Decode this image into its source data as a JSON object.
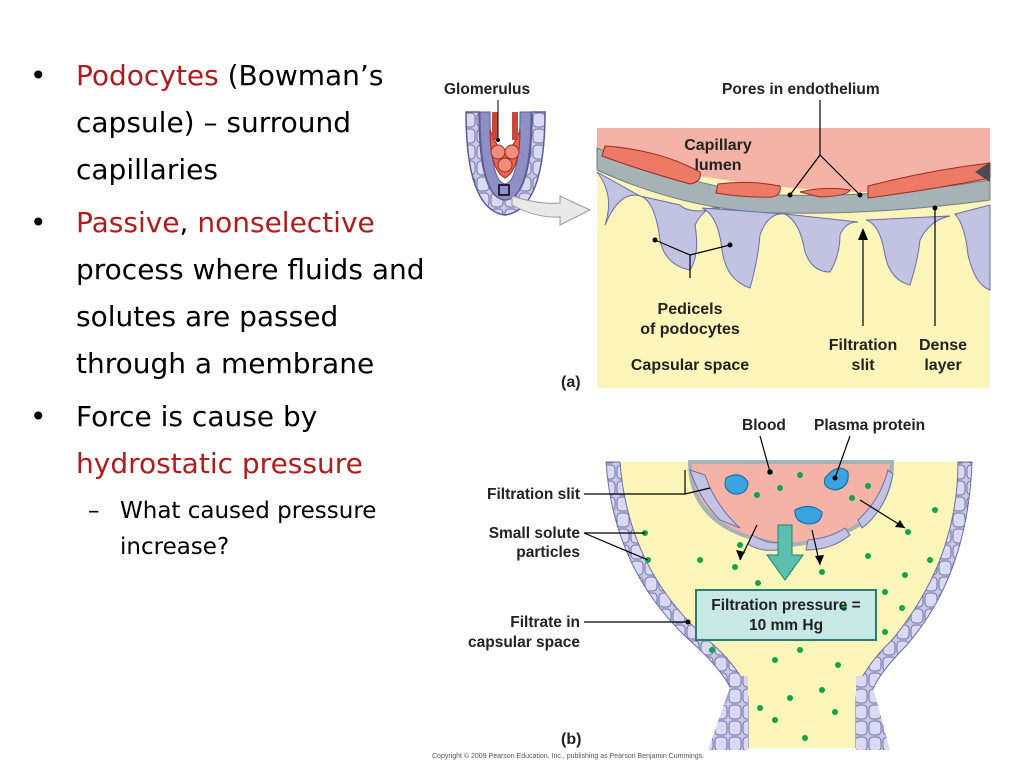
{
  "bullets": {
    "b1": {
      "red": "Podocytes",
      "text": " (Bowman’s capsule) – surround capillaries"
    },
    "b2": {
      "red1": "Passive",
      "sep": ", ",
      "red2": "nonselective",
      "text": " process where fluids and solutes are passed through a membrane"
    },
    "b3": {
      "text": "Force is cause by ",
      "red": "hydrostatic pressure"
    },
    "sub": {
      "text": "What caused pressure increase?"
    }
  },
  "figure_a": {
    "glomerulus": "Glomerulus",
    "pores": "Pores in endothelium",
    "capillary_1": "Capillary",
    "capillary_2": "lumen",
    "pedicels_1": "Pedicels",
    "pedicels_2": "of podocytes",
    "capsular_space": "Capsular space",
    "filtration_1": "Filtration",
    "filtration_2": "slit",
    "dense_1": "Dense",
    "dense_2": "layer",
    "panel": "(a)"
  },
  "figure_b": {
    "blood": "Blood",
    "plasma_protein": "Plasma protein",
    "filtration_slit": "Filtration slit",
    "small_solute_1": "Small solute",
    "small_solute_2": "particles",
    "filtrate_1": "Filtrate in",
    "filtrate_2": "capsular space",
    "pressure_1": "Filtration pressure =",
    "pressure_2": "10 mm Hg",
    "panel": "(b)"
  },
  "copyright": "Copyright © 2009 Pearson Education, Inc., publishing as Pearson Benjamin Cummings.",
  "colors": {
    "accent_red": "#b01c1c",
    "tissue_yellow": "#fbf5b9",
    "capillary_pink": "#f4b3a6",
    "podocyte_lavender": "#c2c3e2"
  }
}
